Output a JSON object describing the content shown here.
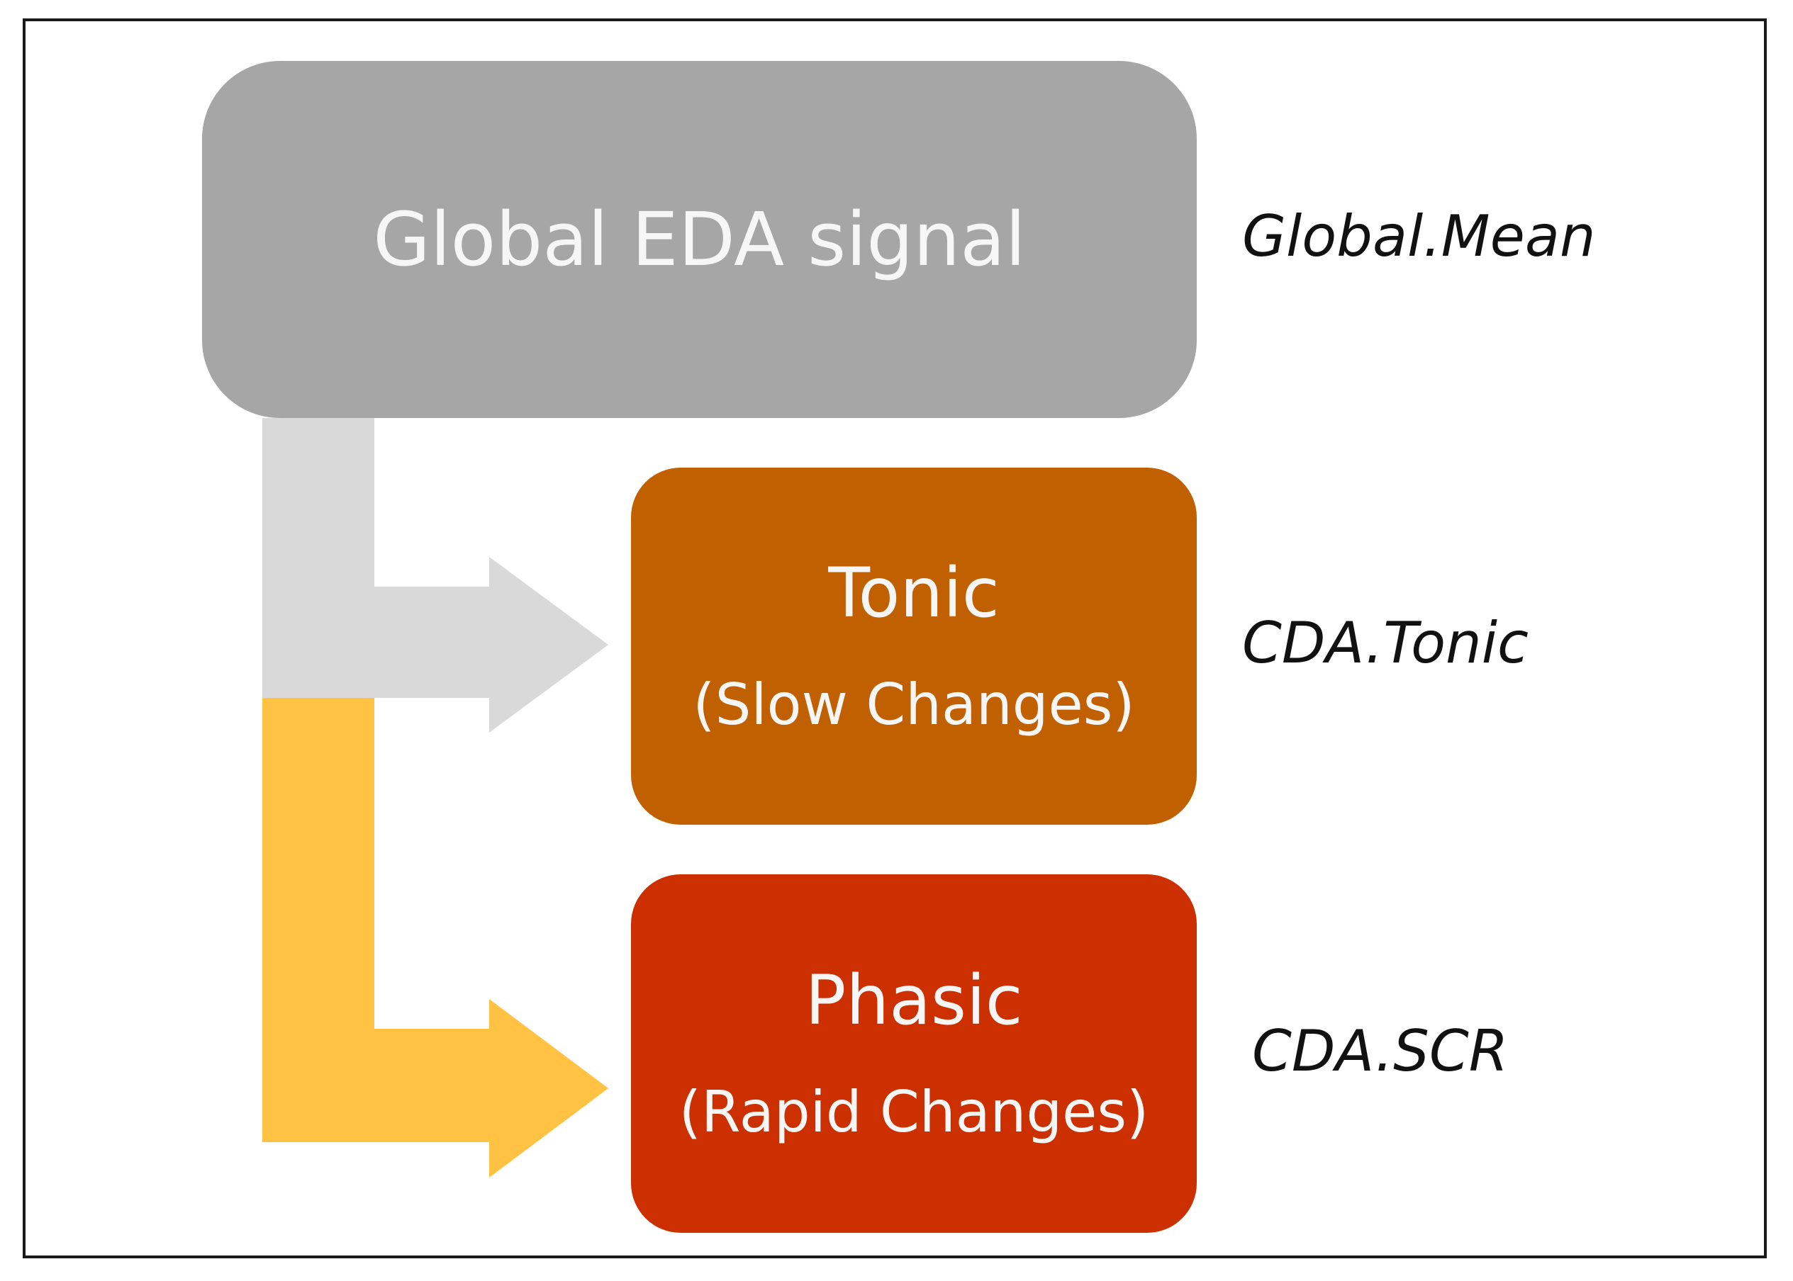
{
  "colors": {
    "frame_border": "#1a1a1a",
    "global_box": "#a6a6a6",
    "tonic_box": "#c06000",
    "phasic_box": "#cd3000",
    "tonic_arrow": "#d9d9d9",
    "phasic_arrow": "#ffc242",
    "box_text": "#f6f6f6",
    "label_text": "#111111"
  },
  "nodes": {
    "global": {
      "title": "Global EDA signal",
      "variable": "Global.Mean"
    },
    "tonic": {
      "title": "Tonic",
      "subtitle": "(Slow Changes)",
      "variable": "CDA.Tonic"
    },
    "phasic": {
      "title": "Phasic",
      "subtitle": "(Rapid Changes)",
      "variable": "CDA.SCR"
    }
  },
  "edges": [
    {
      "from": "global",
      "to": "tonic"
    },
    {
      "from": "global",
      "to": "phasic"
    }
  ]
}
